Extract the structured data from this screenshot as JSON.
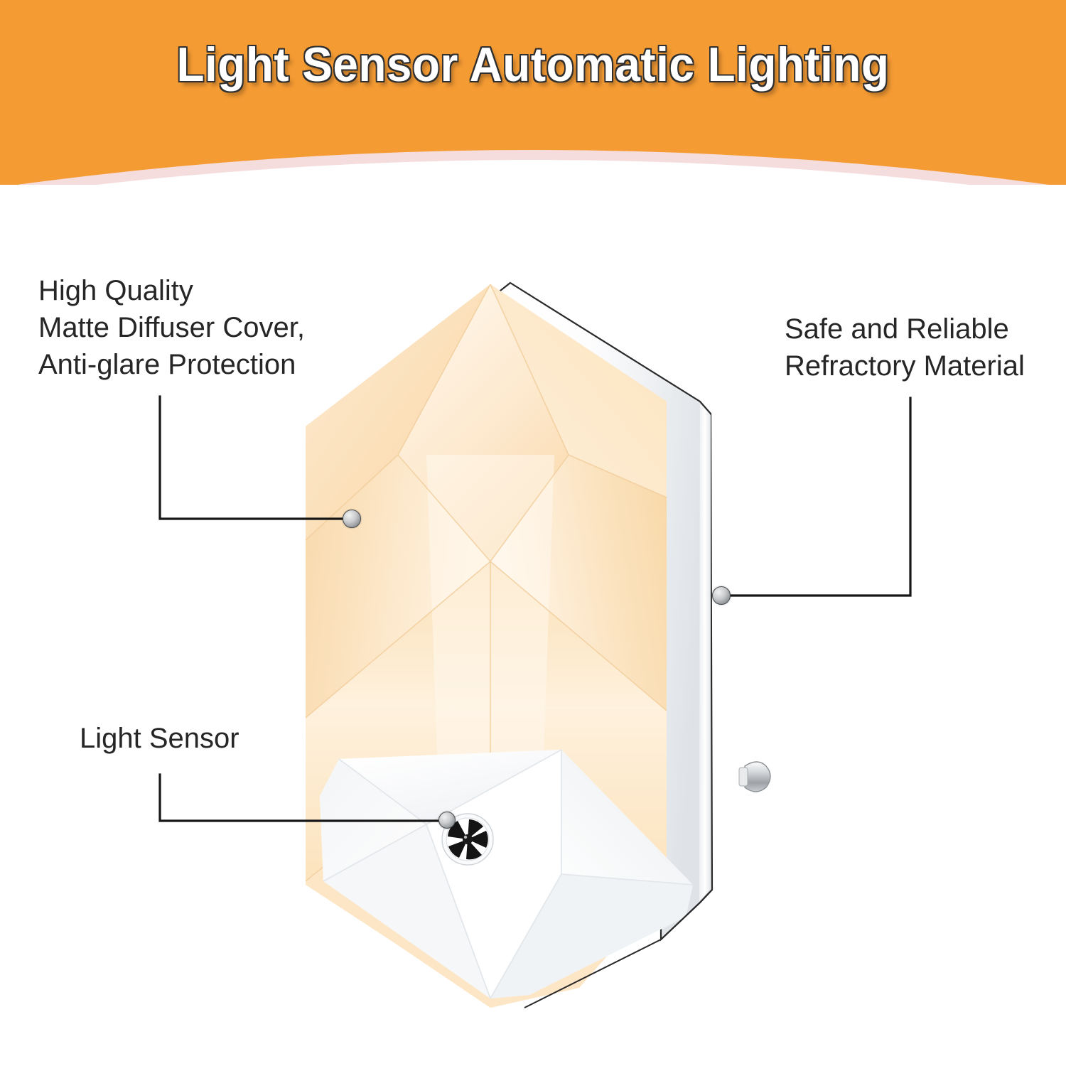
{
  "header": {
    "title": "Light Sensor Automatic Lighting",
    "background_color": "#F59B33",
    "accent_band_color": "#F6DCDC",
    "title_color": "#FFFFFF",
    "title_outline_color": "#2F2F2F"
  },
  "callouts": {
    "diffuser": {
      "label": "High Quality\nMatte Diffuser Cover,\nAnti-glare Protection",
      "marker_name": "diffuser-cover-marker"
    },
    "material": {
      "label": "Safe and Reliable\nRefractory Material",
      "marker_name": "refractory-material-marker"
    },
    "sensor": {
      "label": "Light Sensor",
      "marker_name": "light-sensor-marker"
    }
  },
  "product": {
    "name": "faceted-diamond-plug-in-night-light",
    "diffuser_color": "#FCE4C0",
    "diffuser_highlight_color": "#FFF4E2",
    "diffuser_shadow_color": "#F7D49E",
    "housing_color": "#FFFFFF",
    "housing_shade_color": "#E4E7EA",
    "outline_color": "#1C1C1C",
    "prong_color": "#BFC3C6",
    "sensor_grille_color": "#1A1A1A",
    "body_color": "#FAFAFA"
  },
  "page": {
    "background_color": "#FFFFFF",
    "text_color": "#262626"
  }
}
